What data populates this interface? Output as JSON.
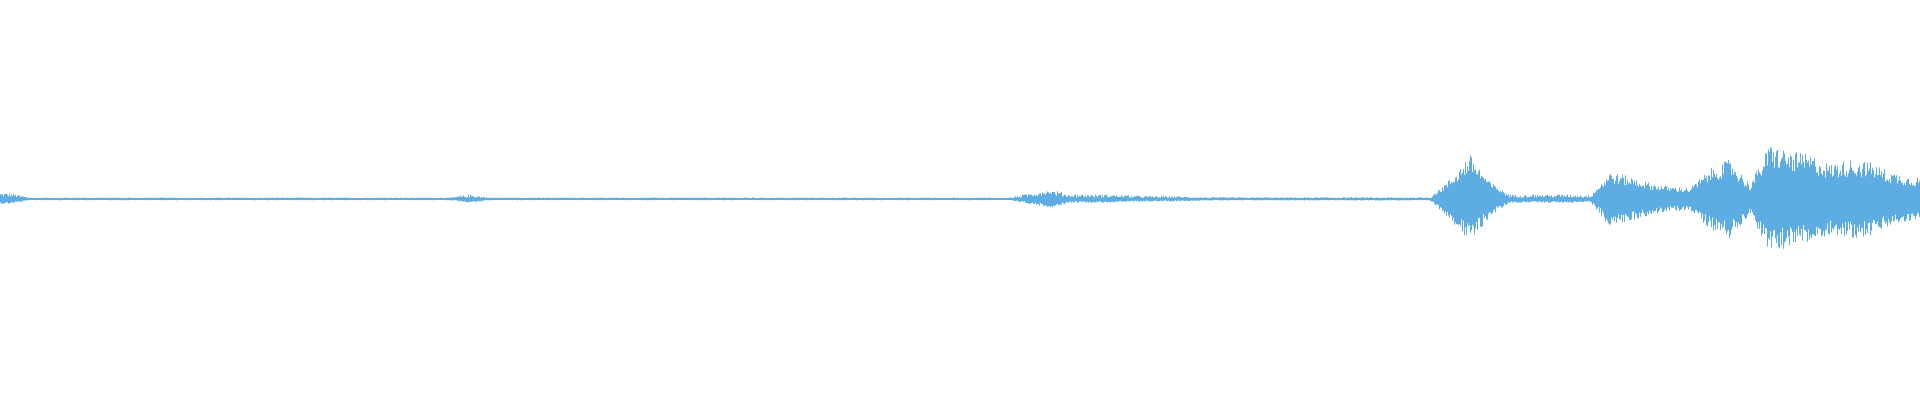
{
  "chart_data": {
    "type": "area",
    "description_kind": "audio-waveform",
    "title": "",
    "xlabel": "",
    "ylabel": "",
    "ylim": [
      -1,
      1
    ],
    "grid": false,
    "legend": "none",
    "color": "#5dade2",
    "envelope_bins": 96,
    "amplitude_envelope": [
      0.02,
      0.005,
      0.005,
      0.005,
      0.005,
      0.005,
      0.005,
      0.005,
      0.005,
      0.005,
      0.005,
      0.005,
      0.005,
      0.005,
      0.005,
      0.005,
      0.005,
      0.005,
      0.005,
      0.005,
      0.005,
      0.005,
      0.005,
      0.015,
      0.005,
      0.005,
      0.005,
      0.005,
      0.005,
      0.005,
      0.005,
      0.005,
      0.005,
      0.005,
      0.005,
      0.005,
      0.005,
      0.005,
      0.005,
      0.005,
      0.005,
      0.005,
      0.005,
      0.005,
      0.005,
      0.005,
      0.005,
      0.005,
      0.005,
      0.005,
      0.005,
      0.02,
      0.035,
      0.015,
      0.015,
      0.015,
      0.012,
      0.01,
      0.01,
      0.008,
      0.006,
      0.006,
      0.006,
      0.006,
      0.006,
      0.006,
      0.006,
      0.006,
      0.006,
      0.006,
      0.006,
      0.006,
      0.08,
      0.18,
      0.07,
      0.015,
      0.015,
      0.015,
      0.015,
      0.012,
      0.11,
      0.09,
      0.065,
      0.05,
      0.045,
      0.12,
      0.16,
      0.06,
      0.22,
      0.19,
      0.18,
      0.14,
      0.16,
      0.15,
      0.11,
      0.09
    ]
  }
}
